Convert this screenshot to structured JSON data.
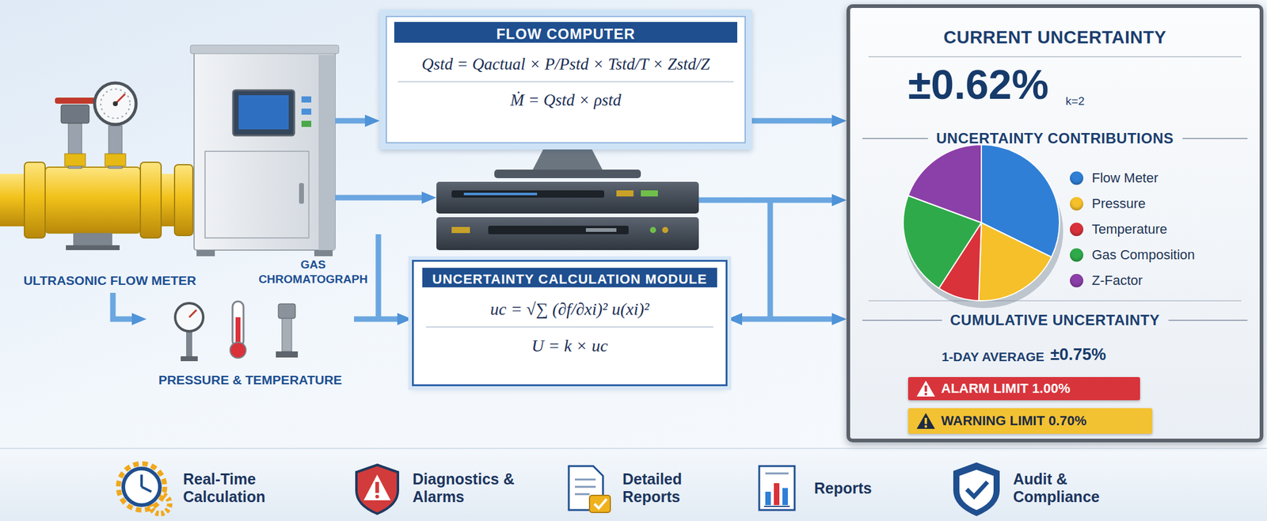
{
  "diagram": {
    "nodes": [
      {
        "text": [
          "ULTRASONIC FLOW METER"
        ]
      },
      {
        "text": [
          "GAS CHROMATOGRAPH"
        ]
      },
      {
        "text": [
          "PRESSURE & TEMPERATURE"
        ]
      },
      {
        "text": [
          "FLOW COMPUTER",
          "Qstd = Qactual × P/Pstd × Tstd/T × Zstd/Z",
          "Ṁ = Qstd × ρstd"
        ]
      },
      {
        "text": [
          "UNCERTAINTY CALCULATION MODULE",
          "uc = √∑ (∂f/∂xi)² u(xi)²",
          "U = k × uc"
        ]
      },
      {
        "text": [
          "CURRENT UNCERTAINTY",
          "±0.62%",
          "k=2",
          "UNCERTAINTY CONTRIBUTIONS",
          "CUMULATIVE UNCERTAINTY",
          "1-DAY AVERAGE",
          "±0.75%"
        ]
      },
      {
        "text": [
          "ALARM LIMIT 1.00%"
        ],
        "in": 5
      },
      {
        "text": [
          "WARNING LIMIT 0.70%"
        ],
        "in": 5
      }
    ],
    "edges": [
      {
        "from": 1,
        "to": 3,
        "arrow": "to"
      },
      {
        "from": 0,
        "to": 2,
        "arrow": "to"
      },
      {
        "from": 2,
        "to": 4,
        "arrow": "to"
      },
      {
        "from": 3,
        "to": 5,
        "arrow": "to"
      },
      {
        "from": 4,
        "to": 5,
        "arrow": "both"
      }
    ],
    "labels": [
      "Real-Time Calculation",
      "Diagnostics & Alarms",
      "Detailed Reports",
      "Reports",
      "Audit & Compliance"
    ],
    "legend": [
      {
        "text": "Flow Meter",
        "color": "#2f7fd6"
      },
      {
        "text": "Pressure",
        "color": "#f5c02a"
      },
      {
        "text": "Temperature",
        "color": "#d9323a"
      },
      {
        "text": "Gas Composition",
        "color": "#2faa4a"
      },
      {
        "text": "Z-Factor",
        "color": "#8b3fa8"
      }
    ]
  }
}
